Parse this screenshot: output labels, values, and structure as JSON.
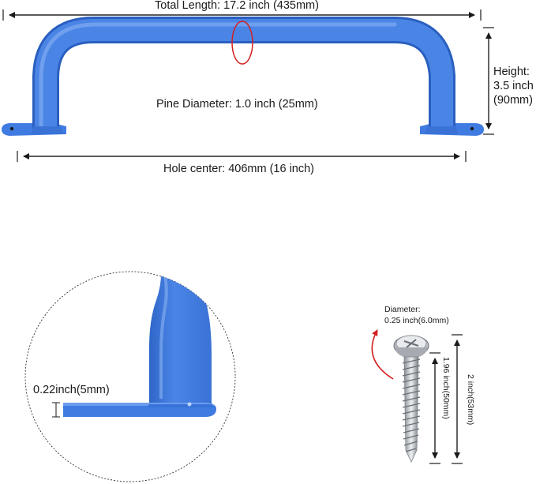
{
  "labels": {
    "total_length": "Total Length: 17.2 inch (435mm)",
    "pipe_diameter": "Pine Diameter: 1.0 inch (25mm)",
    "height_line1": "Height:",
    "height_line2": "3.5 inch",
    "height_line3": "(90mm)",
    "hole_center": "Hole center: 406mm (16 inch)",
    "plate_thickness": "0.22inch(5mm)",
    "screw_diameter_line1": "Diameter:",
    "screw_diameter_line2": "0.25 inch(6.0mm)",
    "screw_thread_length": "1.96 inch(50mm)",
    "screw_total_length": "2 inch(53mm)"
  },
  "colors": {
    "handle_blue": "#3f7be0",
    "handle_highlight": "#7fa9f0",
    "handle_shadow": "#2a5fc0",
    "accent_red": "#d42020",
    "dim_line": "#1a1a1a"
  }
}
